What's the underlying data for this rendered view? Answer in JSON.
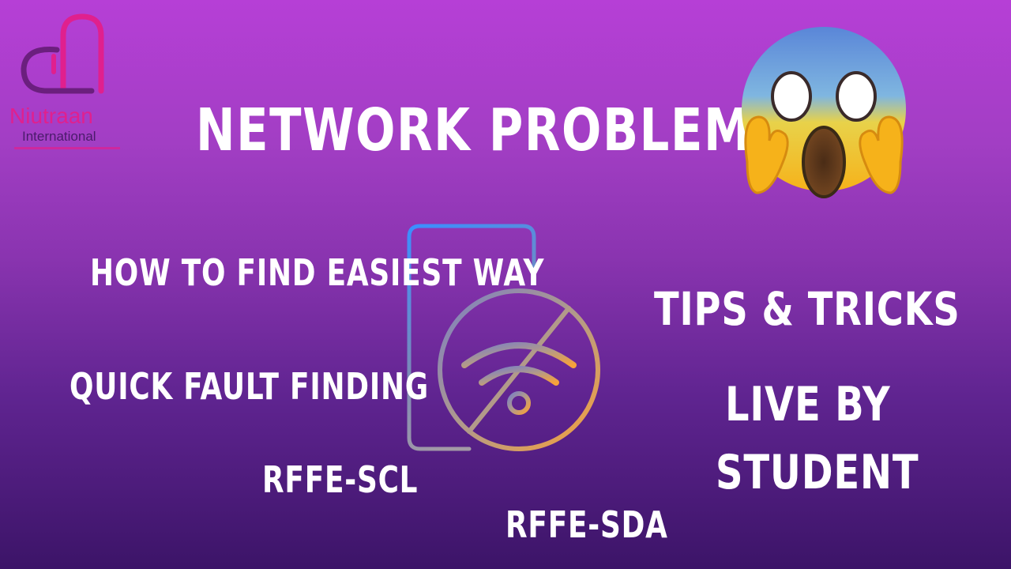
{
  "logo": {
    "name": "Niutraan",
    "subtitle": "International"
  },
  "headline": "NETWORK PROBLEM",
  "lines": {
    "how_to": "HOW TO FIND EASIEST WAY",
    "quick": "QUICK FAULT FINDING",
    "rffe_scl": "RFFE-SCL",
    "rffe_sda": "RFFE-SDA"
  },
  "right": {
    "tips": "TIPS & TRICKS",
    "live_line1": "LIVE BY",
    "live_line2": "STUDENT"
  },
  "icons": {
    "emoji": "screaming-face-emoji",
    "center": "phone-no-wifi-icon"
  },
  "colors": {
    "bg_top": "#b63fd6",
    "bg_bottom": "#3c1468",
    "brand": "#e0208e",
    "text": "#ffffff"
  }
}
